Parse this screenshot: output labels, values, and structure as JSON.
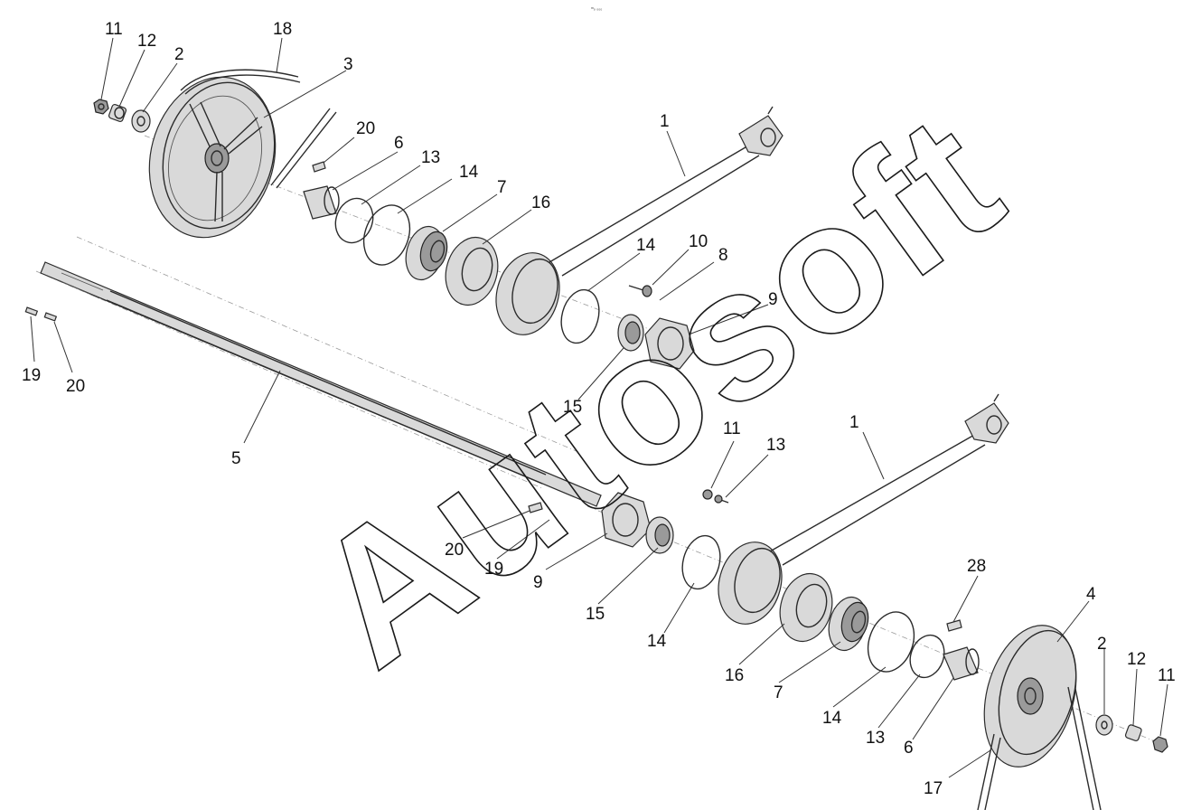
{
  "watermark": "Autosoft",
  "header_mark": "ᵐₒ ₀₀₀",
  "callouts": {
    "c_11a": "11",
    "c_12a": "12",
    "c_2a": "2",
    "c_18": "18",
    "c_3": "3",
    "c_20a": "20",
    "c_6a": "6",
    "c_13a": "13",
    "c_14a": "14",
    "c_7a": "7",
    "c_16a": "16",
    "c_1a": "1",
    "c_14b": "14",
    "c_10": "10",
    "c_8": "8",
    "c_9a": "9",
    "c_19a": "19",
    "c_20b": "20",
    "c_5": "5",
    "c_15a": "15",
    "c_11b": "11",
    "c_13b": "13",
    "c_1b": "1",
    "c_20c": "20",
    "c_19b": "19",
    "c_9b": "9",
    "c_15b": "15",
    "c_14c": "14",
    "c_28": "28",
    "c_4": "4",
    "c_16b": "16",
    "c_7b": "7",
    "c_14d": "14",
    "c_2b": "2",
    "c_12b": "12",
    "c_11c": "11",
    "c_13c": "13",
    "c_6b": "6",
    "c_17": "17"
  }
}
